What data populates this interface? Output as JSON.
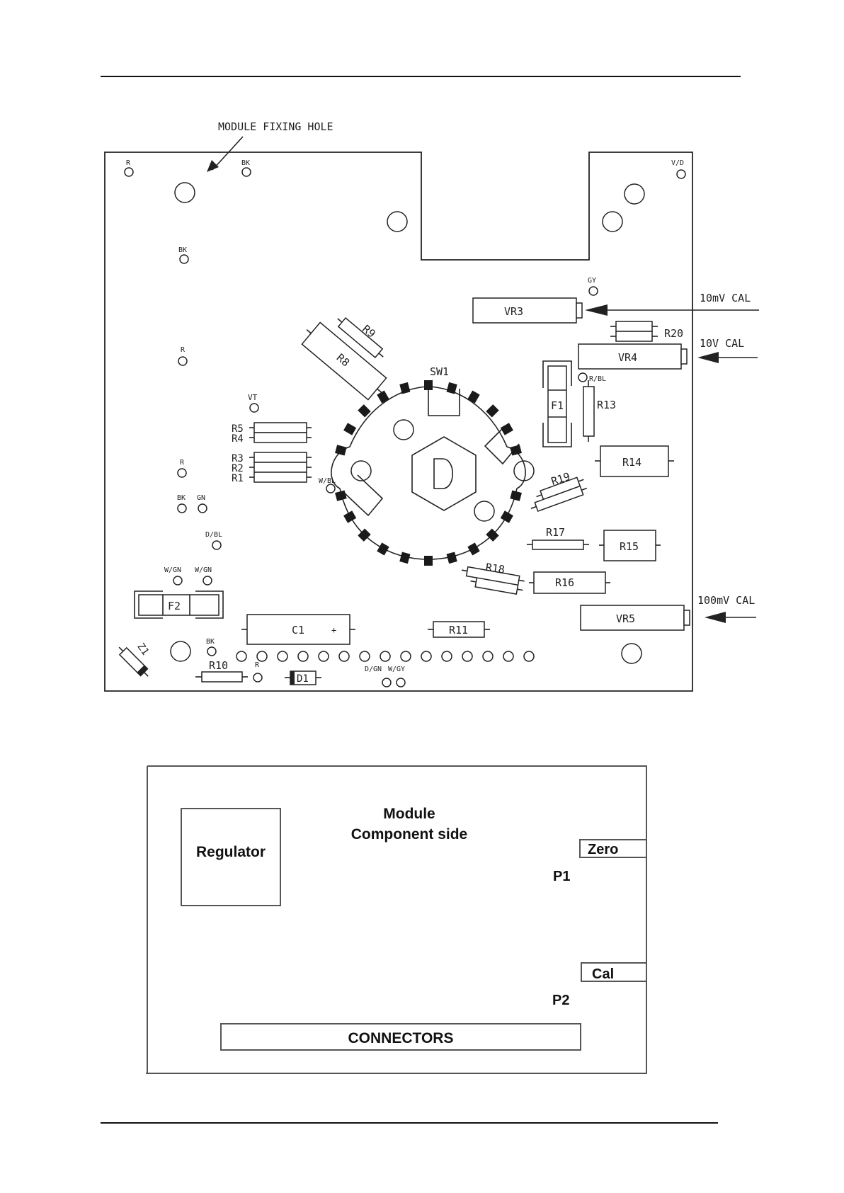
{
  "annotation": {
    "fixing_hole": "MODULE FIXING HOLE",
    "cal_10mv": "10mV CAL",
    "cal_10v": "10V CAL",
    "cal_100mv": "100mV CAL"
  },
  "components": {
    "vr3": "VR3",
    "vr4": "VR4",
    "vr5": "VR5",
    "r1": "R1",
    "r2": "R2",
    "r3": "R3",
    "r4": "R4",
    "r5": "R5",
    "r8": "R8",
    "r9": "R9",
    "r10": "R10",
    "r11": "R11",
    "r13": "R13",
    "r14": "R14",
    "r15": "R15",
    "r16": "R16",
    "r17": "R17",
    "r18": "R18",
    "r19": "R19",
    "r20": "R20",
    "sw1": "SW1",
    "f1": "F1",
    "f2": "F2",
    "c1": "C1",
    "c1_polarity": "+",
    "d1": "D1",
    "z1": "Z1"
  },
  "wire_labels": {
    "r_top": "R",
    "bk_top": "BK",
    "vd": "V/D",
    "bk_left": "BK",
    "gy": "GY",
    "r_mid": "R",
    "vt": "VT",
    "r_low": "R",
    "bk_low": "BK",
    "gn_low": "GN",
    "wbl": "W/BL",
    "dbl": "D/BL",
    "wgn1": "W/GN",
    "wgn2": "W/GN",
    "rbl": "R/BL",
    "bk_bottom": "BK",
    "r_bottom": "R",
    "dgn": "D/GN",
    "wgy": "W/GY"
  },
  "module": {
    "title_line1": "Module",
    "title_line2": "Component side",
    "regulator": "Regulator",
    "zero": "Zero",
    "p1": "P1",
    "cal": "Cal",
    "p2": "P2",
    "connectors": "CONNECTORS"
  }
}
